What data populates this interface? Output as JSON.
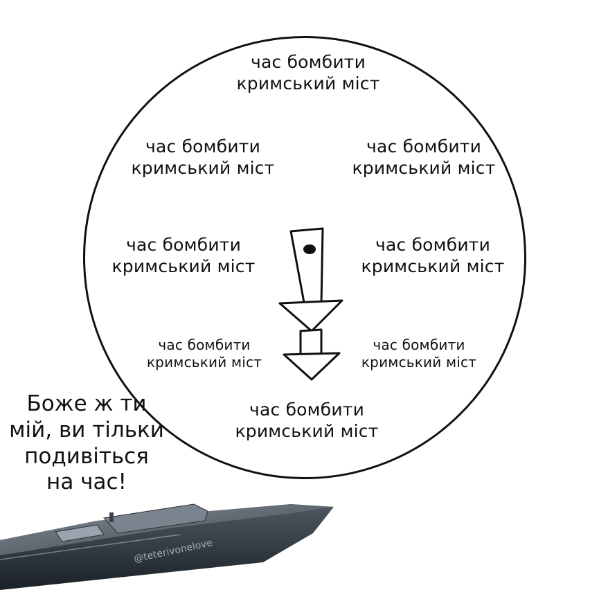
{
  "clock": {
    "labels": [
      {
        "line1": "час бомбити",
        "line2": "кримський міст"
      },
      {
        "line1": "час бомбити",
        "line2": "кримський міст"
      },
      {
        "line1": "час бомбити",
        "line2": "кримський міст"
      },
      {
        "line1": "час бомбити",
        "line2": "кримський міст"
      },
      {
        "line1": "час бомбити",
        "line2": "кримський міст"
      },
      {
        "line1": "час бомбити",
        "line2": "кримський міст"
      },
      {
        "line1": "час бомбити",
        "line2": "кримський міст"
      },
      {
        "line1": "час бомбити",
        "line2": "кримський міст"
      }
    ]
  },
  "caption": {
    "line1": "Боже ж ти",
    "line2": "мій, ви тільки",
    "line3": "подивіться",
    "line4": "на час!"
  },
  "watermark": "@teterivonelove",
  "colors": {
    "ink": "#111111",
    "boat_body": "#2c343c",
    "boat_highlight": "#5a6470"
  },
  "icons": [
    "clock-hand-arrow-icon",
    "drone-boat-icon"
  ]
}
